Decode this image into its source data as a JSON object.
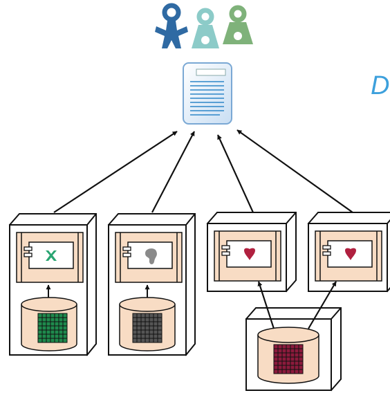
{
  "clipped_heading": "D",
  "colors": {
    "user_dark_blue": "#2f6aa3",
    "user_teal": "#8ccbc8",
    "user_green": "#7fb27a",
    "document_fill": "#dbe9f7",
    "document_lines": "#2d86c8",
    "server_peach": "#f8dcc4",
    "cube_stroke": "#111111",
    "grid_green": "#1f8a4d",
    "grid_gray": "#555555",
    "grid_maroon": "#8c1a3c",
    "component_mark_green": "#2aa572",
    "component_mark_gray": "#8a8a8a",
    "component_mark_red": "#b0203f",
    "heading_blue": "#3da0dc"
  },
  "nodes": [
    {
      "id": "users",
      "icons": [
        "person-dark-blue-icon",
        "person-teal-icon",
        "person-green-icon"
      ]
    },
    {
      "id": "document",
      "icon": "document-icon"
    },
    {
      "id": "service-1",
      "component_mark": "green-x",
      "datastore_grid": "green"
    },
    {
      "id": "service-2",
      "component_mark": "gray-blob",
      "datastore_grid": "gray"
    },
    {
      "id": "service-3",
      "component_mark": "red-heart"
    },
    {
      "id": "service-4",
      "component_mark": "red-heart"
    },
    {
      "id": "shared-datastore",
      "datastore_grid": "maroon"
    }
  ],
  "edges": [
    {
      "from": "service-1",
      "to": "document"
    },
    {
      "from": "service-2",
      "to": "document"
    },
    {
      "from": "service-3",
      "to": "document"
    },
    {
      "from": "service-4",
      "to": "document"
    },
    {
      "from": "service-1-datastore",
      "to": "service-1-component"
    },
    {
      "from": "service-2-datastore",
      "to": "service-2-component"
    },
    {
      "from": "shared-datastore",
      "to": "service-3-component"
    },
    {
      "from": "shared-datastore",
      "to": "service-4-component"
    }
  ]
}
